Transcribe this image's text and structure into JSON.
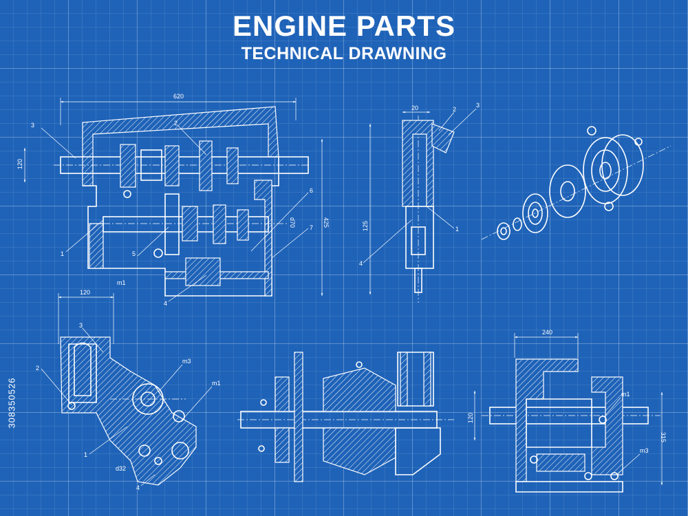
{
  "title": "ENGINE PARTS",
  "subtitle": "TECHNICAL DRAWNING",
  "side_id": "308350526",
  "colors": {
    "background": "#1f63b8",
    "lines": "#ffffff"
  },
  "drawings": {
    "gearbox": {
      "dim_width": "620",
      "dim_height": "425",
      "dim_left": "120",
      "dim_bore": "d70",
      "callouts": [
        "1",
        "2",
        "3",
        "4",
        "5",
        "6",
        "7"
      ],
      "note": "m1"
    },
    "injector": {
      "dim_top": "20",
      "dim_height": "125",
      "callouts": [
        "1",
        "2",
        "3",
        "4"
      ]
    },
    "bracket": {
      "dim_top": "120",
      "notes": [
        "m3",
        "m1",
        "d32"
      ],
      "callouts": [
        "1",
        "2",
        "3",
        "4"
      ]
    },
    "pump": {
      "dim_top": "240",
      "dim_left": "120",
      "dim_right": "315",
      "notes": [
        "m1",
        "m3"
      ]
    }
  }
}
